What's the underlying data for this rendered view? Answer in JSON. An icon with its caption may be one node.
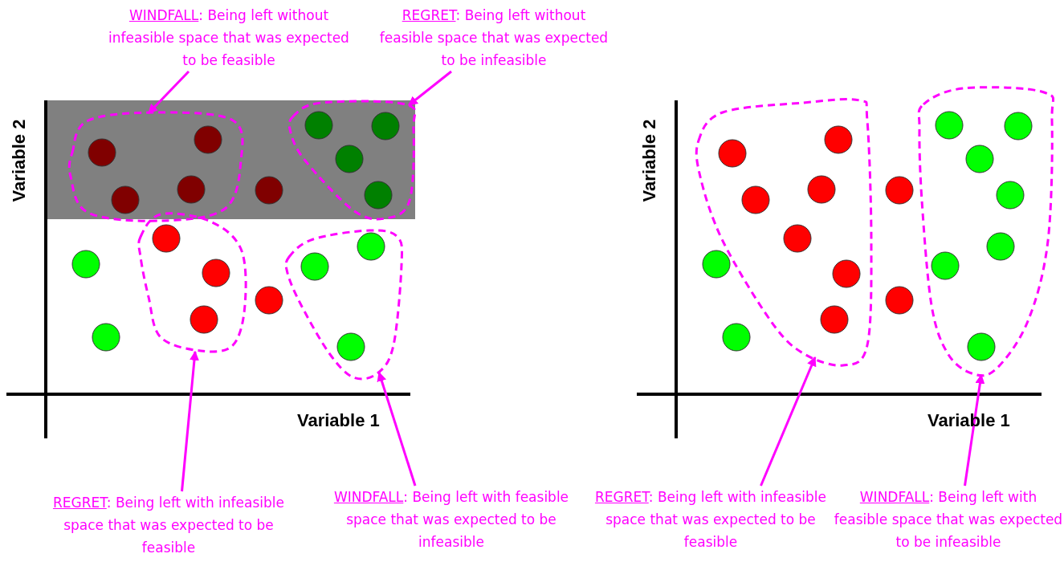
{
  "diagram": {
    "nodes": [
      {
        "text": [
          "WINDFALL: Being left without infeasible space that was expected to be feasible"
        ]
      },
      {
        "text": [
          "REGRET: Being left without feasible space that was expected to be infeasible"
        ]
      },
      {
        "text": [],
        "shape": "blob"
      },
      {
        "text": [],
        "shape": "blob"
      },
      {
        "text": [],
        "shape": "blob"
      },
      {
        "text": [],
        "shape": "blob"
      },
      {
        "text": [],
        "shape": "blob"
      },
      {
        "text": [],
        "shape": "blob"
      },
      {
        "text": [
          "REGRET: Being left with infeasible space that was expected to be feasible"
        ]
      },
      {
        "text": [
          "WINDFALL: Being left with feasible space that was expected to be infeasible"
        ]
      },
      {
        "text": [
          "REGRET: Being left with infeasible space that was expected to be feasible"
        ]
      },
      {
        "text": [
          "WINDFALL: Being left with feasible space that was expected to be infeasible"
        ]
      }
    ],
    "edges": [
      {
        "from": 0,
        "to": 2,
        "arrow": "to"
      },
      {
        "from": 1,
        "to": 3,
        "arrow": "to"
      },
      {
        "from": 8,
        "to": 4,
        "arrow": "to"
      },
      {
        "from": 9,
        "to": 5,
        "arrow": "to"
      },
      {
        "from": 10,
        "to": 6,
        "arrow": "to"
      },
      {
        "from": 11,
        "to": 7,
        "arrow": "to"
      }
    ],
    "labels": [
      "Variable 2",
      "Variable 1",
      "Variable 2",
      "Variable 1"
    ]
  }
}
